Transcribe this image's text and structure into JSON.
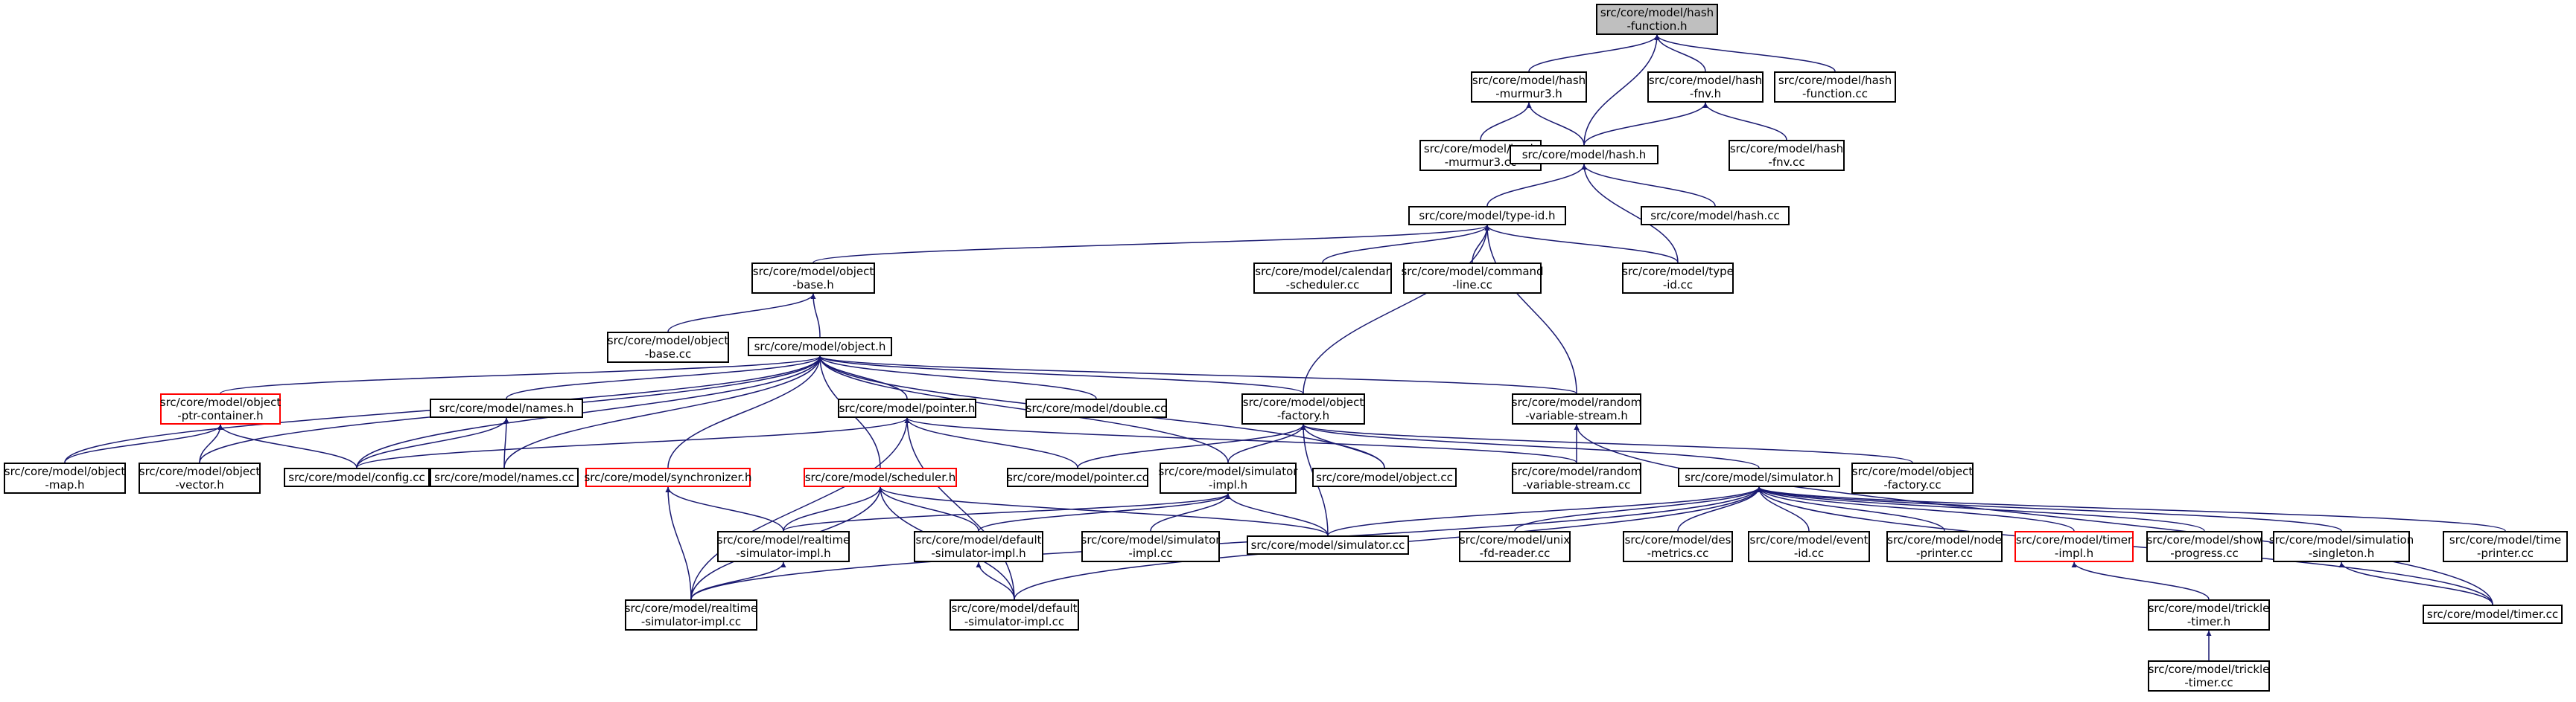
{
  "diagram": {
    "title": "",
    "colors": {
      "edge": "#191970",
      "node_border": "#000000",
      "node_border_incomplete": "#ff0000",
      "root_fill": "#bfbfbf",
      "node_fill": "#ffffff"
    },
    "nodes": [
      {
        "id": "hash_function_h",
        "lines": [
          "src/core/model/hash",
          "-function.h"
        ]
      },
      {
        "id": "hash_murmur3_h",
        "lines": [
          "src/core/model/hash",
          "-murmur3.h"
        ]
      },
      {
        "id": "hash_fnv_h",
        "lines": [
          "src/core/model/hash",
          "-fnv.h"
        ]
      },
      {
        "id": "hash_function_cc",
        "lines": [
          "src/core/model/hash",
          "-function.cc"
        ]
      },
      {
        "id": "hash_murmur3_cc",
        "lines": [
          "src/core/model/hash",
          "-murmur3.cc"
        ]
      },
      {
        "id": "hash_h",
        "lines": [
          "src/core/model/hash.h"
        ]
      },
      {
        "id": "hash_fnv_cc",
        "lines": [
          "src/core/model/hash",
          "-fnv.cc"
        ]
      },
      {
        "id": "type_id_h",
        "lines": [
          "src/core/model/type-id.h"
        ]
      },
      {
        "id": "hash_cc",
        "lines": [
          "src/core/model/hash.cc"
        ]
      },
      {
        "id": "object_base_h",
        "lines": [
          "src/core/model/object",
          "-base.h"
        ]
      },
      {
        "id": "calendar_scheduler_cc",
        "lines": [
          "src/core/model/calendar",
          "-scheduler.cc"
        ]
      },
      {
        "id": "command_line_cc",
        "lines": [
          "src/core/model/command",
          "-line.cc"
        ]
      },
      {
        "id": "type_id_cc",
        "lines": [
          "src/core/model/type",
          "-id.cc"
        ]
      },
      {
        "id": "object_base_cc",
        "lines": [
          "src/core/model/object",
          "-base.cc"
        ]
      },
      {
        "id": "object_h",
        "lines": [
          "src/core/model/object.h"
        ]
      },
      {
        "id": "object_ptr_container_h",
        "lines": [
          "src/core/model/object",
          "-ptr-container.h"
        ],
        "incomplete": true
      },
      {
        "id": "names_h",
        "lines": [
          "src/core/model/names.h"
        ]
      },
      {
        "id": "pointer_h",
        "lines": [
          "src/core/model/pointer.h"
        ]
      },
      {
        "id": "double_cc",
        "lines": [
          "src/core/model/double.cc"
        ]
      },
      {
        "id": "object_factory_h",
        "lines": [
          "src/core/model/object",
          "-factory.h"
        ]
      },
      {
        "id": "random_variable_stream_h",
        "lines": [
          "src/core/model/random",
          "-variable-stream.h"
        ]
      },
      {
        "id": "object_map_h",
        "lines": [
          "src/core/model/object",
          "-map.h"
        ]
      },
      {
        "id": "object_vector_h",
        "lines": [
          "src/core/model/object",
          "-vector.h"
        ]
      },
      {
        "id": "config_cc",
        "lines": [
          "src/core/model/config.cc"
        ]
      },
      {
        "id": "names_cc",
        "lines": [
          "src/core/model/names.cc"
        ]
      },
      {
        "id": "synchronizer_h",
        "lines": [
          "src/core/model/synchronizer.h"
        ],
        "incomplete": true
      },
      {
        "id": "scheduler_h",
        "lines": [
          "src/core/model/scheduler.h"
        ],
        "incomplete": true
      },
      {
        "id": "pointer_cc",
        "lines": [
          "src/core/model/pointer.cc"
        ]
      },
      {
        "id": "simulator_impl_h",
        "lines": [
          "src/core/model/simulator",
          "-impl.h"
        ]
      },
      {
        "id": "object_cc",
        "lines": [
          "src/core/model/object.cc"
        ]
      },
      {
        "id": "random_variable_stream_cc",
        "lines": [
          "src/core/model/random",
          "-variable-stream.cc"
        ]
      },
      {
        "id": "simulator_h",
        "lines": [
          "src/core/model/simulator.h"
        ]
      },
      {
        "id": "object_factory_cc",
        "lines": [
          "src/core/model/object",
          "-factory.cc"
        ]
      },
      {
        "id": "realtime_simulator_impl_h",
        "lines": [
          "src/core/model/realtime",
          "-simulator-impl.h"
        ]
      },
      {
        "id": "default_simulator_impl_h",
        "lines": [
          "src/core/model/default",
          "-simulator-impl.h"
        ]
      },
      {
        "id": "simulator_impl_cc",
        "lines": [
          "src/core/model/simulator",
          "-impl.cc"
        ]
      },
      {
        "id": "simulator_cc",
        "lines": [
          "src/core/model/simulator.cc"
        ]
      },
      {
        "id": "unix_fd_reader_cc",
        "lines": [
          "src/core/model/unix",
          "-fd-reader.cc"
        ]
      },
      {
        "id": "des_metrics_cc",
        "lines": [
          "src/core/model/des",
          "-metrics.cc"
        ]
      },
      {
        "id": "event_id_cc",
        "lines": [
          "src/core/model/event",
          "-id.cc"
        ]
      },
      {
        "id": "node_printer_cc",
        "lines": [
          "src/core/model/node",
          "-printer.cc"
        ]
      },
      {
        "id": "timer_impl_h",
        "lines": [
          "src/core/model/timer",
          "-impl.h"
        ],
        "incomplete": true
      },
      {
        "id": "show_progress_cc",
        "lines": [
          "src/core/model/show",
          "-progress.cc"
        ]
      },
      {
        "id": "simulation_singleton_h",
        "lines": [
          "src/core/model/simulation",
          "-singleton.h"
        ]
      },
      {
        "id": "time_printer_cc",
        "lines": [
          "src/core/model/time",
          "-printer.cc"
        ]
      },
      {
        "id": "realtime_simulator_impl_cc",
        "lines": [
          "src/core/model/realtime",
          "-simulator-impl.cc"
        ]
      },
      {
        "id": "default_simulator_impl_cc",
        "lines": [
          "src/core/model/default",
          "-simulator-impl.cc"
        ]
      },
      {
        "id": "trickle_timer_h",
        "lines": [
          "src/core/model/trickle",
          "-timer.h"
        ]
      },
      {
        "id": "timer_cc",
        "lines": [
          "src/core/model/timer.cc"
        ]
      },
      {
        "id": "trickle_timer_cc",
        "lines": [
          "src/core/model/trickle",
          "-timer.cc"
        ]
      }
    ],
    "edges": [
      [
        "hash_murmur3_h",
        "hash_function_h"
      ],
      [
        "hash_fnv_h",
        "hash_function_h"
      ],
      [
        "hash_function_cc",
        "hash_function_h"
      ],
      [
        "hash_h",
        "hash_function_h"
      ],
      [
        "hash_murmur3_cc",
        "hash_murmur3_h"
      ],
      [
        "hash_h",
        "hash_murmur3_h"
      ],
      [
        "hash_h",
        "hash_fnv_h"
      ],
      [
        "hash_fnv_cc",
        "hash_fnv_h"
      ],
      [
        "type_id_h",
        "hash_h"
      ],
      [
        "hash_cc",
        "hash_h"
      ],
      [
        "type_id_cc",
        "hash_h"
      ],
      [
        "object_base_h",
        "type_id_h"
      ],
      [
        "calendar_scheduler_cc",
        "type_id_h"
      ],
      [
        "command_line_cc",
        "type_id_h"
      ],
      [
        "type_id_cc",
        "type_id_h"
      ],
      [
        "object_factory_h",
        "type_id_h"
      ],
      [
        "random_variable_stream_h",
        "type_id_h"
      ],
      [
        "object_base_cc",
        "object_base_h"
      ],
      [
        "object_h",
        "object_base_h"
      ],
      [
        "object_ptr_container_h",
        "object_h"
      ],
      [
        "names_h",
        "object_h"
      ],
      [
        "pointer_h",
        "object_h"
      ],
      [
        "double_cc",
        "object_h"
      ],
      [
        "object_factory_h",
        "object_h"
      ],
      [
        "random_variable_stream_h",
        "object_h"
      ],
      [
        "object_map_h",
        "object_h"
      ],
      [
        "object_vector_h",
        "object_h"
      ],
      [
        "config_cc",
        "object_h"
      ],
      [
        "names_cc",
        "object_h"
      ],
      [
        "synchronizer_h",
        "object_h"
      ],
      [
        "scheduler_h",
        "object_h"
      ],
      [
        "simulator_impl_h",
        "object_h"
      ],
      [
        "object_cc",
        "object_h"
      ],
      [
        "object_map_h",
        "object_ptr_container_h"
      ],
      [
        "object_vector_h",
        "object_ptr_container_h"
      ],
      [
        "config_cc",
        "object_ptr_container_h"
      ],
      [
        "config_cc",
        "names_h"
      ],
      [
        "names_cc",
        "names_h"
      ],
      [
        "config_cc",
        "pointer_h"
      ],
      [
        "pointer_cc",
        "pointer_h"
      ],
      [
        "random_variable_stream_cc",
        "pointer_h"
      ],
      [
        "realtime_simulator_impl_cc",
        "pointer_h"
      ],
      [
        "default_simulator_impl_cc",
        "pointer_h"
      ],
      [
        "pointer_cc",
        "object_factory_h"
      ],
      [
        "simulator_impl_h",
        "object_factory_h"
      ],
      [
        "object_cc",
        "object_factory_h"
      ],
      [
        "simulator_h",
        "object_factory_h"
      ],
      [
        "object_factory_cc",
        "object_factory_h"
      ],
      [
        "simulator_cc",
        "object_factory_h"
      ],
      [
        "random_variable_stream_cc",
        "random_variable_stream_h"
      ],
      [
        "timer_cc",
        "random_variable_stream_h"
      ],
      [
        "realtime_simulator_impl_h",
        "synchronizer_h"
      ],
      [
        "realtime_simulator_impl_cc",
        "synchronizer_h"
      ],
      [
        "realtime_simulator_impl_h",
        "scheduler_h"
      ],
      [
        "default_simulator_impl_h",
        "scheduler_h"
      ],
      [
        "simulator_cc",
        "scheduler_h"
      ],
      [
        "default_simulator_impl_cc",
        "scheduler_h"
      ],
      [
        "realtime_simulator_impl_cc",
        "scheduler_h"
      ],
      [
        "realtime_simulator_impl_h",
        "simulator_impl_h"
      ],
      [
        "default_simulator_impl_h",
        "simulator_impl_h"
      ],
      [
        "simulator_impl_cc",
        "simulator_impl_h"
      ],
      [
        "simulator_cc",
        "simulator_impl_h"
      ],
      [
        "realtime_simulator_impl_cc",
        "realtime_simulator_impl_h"
      ],
      [
        "default_simulator_impl_cc",
        "default_simulator_impl_h"
      ],
      [
        "simulator_cc",
        "simulator_h"
      ],
      [
        "unix_fd_reader_cc",
        "simulator_h"
      ],
      [
        "des_metrics_cc",
        "simulator_h"
      ],
      [
        "event_id_cc",
        "simulator_h"
      ],
      [
        "node_printer_cc",
        "simulator_h"
      ],
      [
        "timer_impl_h",
        "simulator_h"
      ],
      [
        "show_progress_cc",
        "simulator_h"
      ],
      [
        "simulation_singleton_h",
        "simulator_h"
      ],
      [
        "time_printer_cc",
        "simulator_h"
      ],
      [
        "timer_cc",
        "simulator_h"
      ],
      [
        "realtime_simulator_impl_cc",
        "simulator_h"
      ],
      [
        "default_simulator_impl_cc",
        "simulator_h"
      ],
      [
        "trickle_timer_h",
        "timer_impl_h"
      ],
      [
        "timer_cc",
        "simulation_singleton_h"
      ],
      [
        "trickle_timer_cc",
        "trickle_timer_h"
      ]
    ]
  }
}
